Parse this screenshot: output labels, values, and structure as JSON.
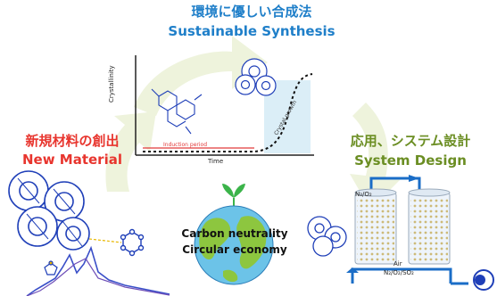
{
  "sections": {
    "sustainable": {
      "title_jp": "環境に優しい合成法",
      "title_en": "Sustainable Synthesis"
    },
    "new_material": {
      "title_jp": "新規材料の創出",
      "title_en": "New Material"
    },
    "system_design": {
      "title_jp": "応用、システム設計",
      "title_en": "System Design"
    }
  },
  "center": {
    "line1": "Carbon neutrality",
    "line2": "Circular economy"
  },
  "graph": {
    "ylabel": "Crystallinity",
    "xlabel": "Time",
    "induction_label": "Induction period",
    "crystal_label": "Crystal growth"
  },
  "system": {
    "top_label": "N₂/O₂",
    "bottom_label_1": "Air",
    "bottom_label_2": "N₂/O₂/SO₂"
  },
  "colors": {
    "sustainable": "#1f7fc9",
    "new_material": "#e8352e",
    "system_design": "#6b8e23",
    "cycle_arrow": "#eef3dc",
    "framework": "#1f3fb8"
  },
  "icons": [
    "cycle-arrows",
    "globe-with-sprout",
    "zeolite-framework",
    "adsorption-columns",
    "spectrum-plot"
  ]
}
